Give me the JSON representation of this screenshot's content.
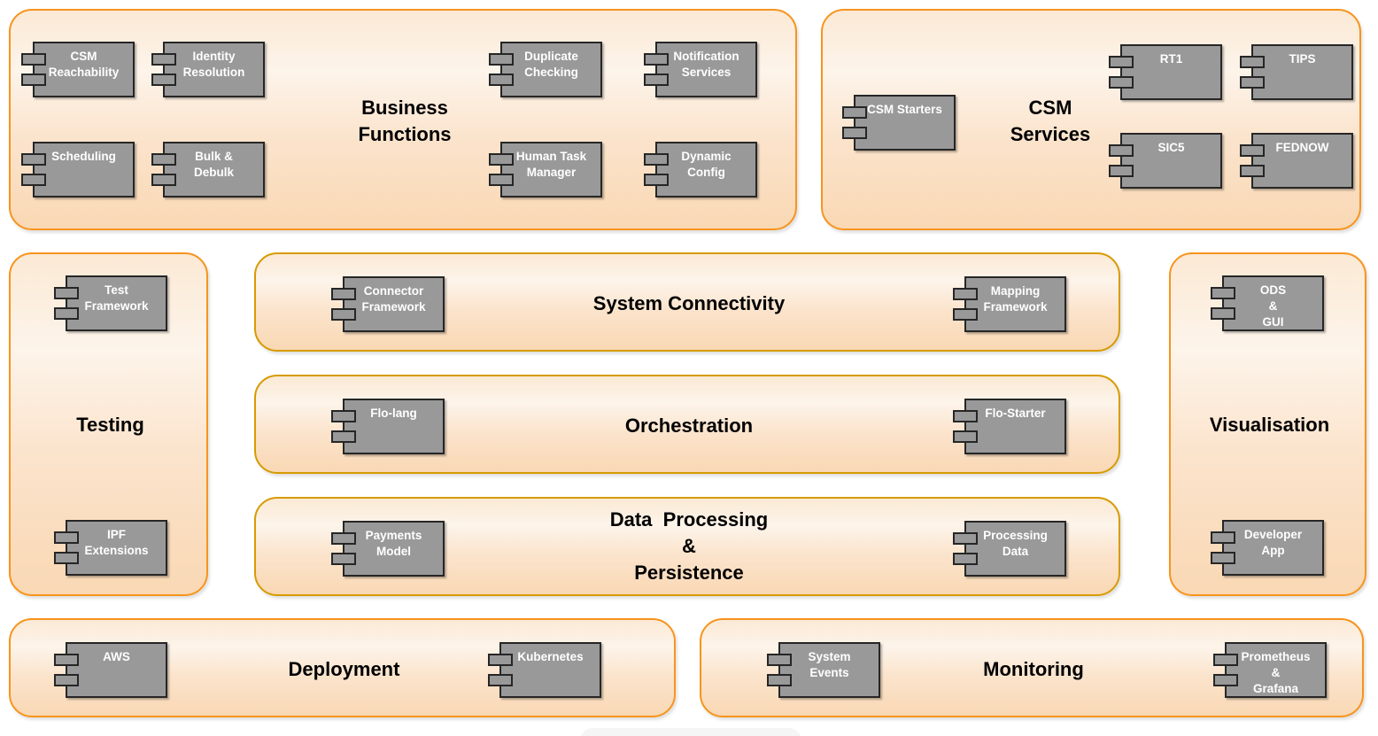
{
  "colors": {
    "group_border_orange": "#F7941D",
    "group_border_gold": "#D79B00",
    "group_fill_light": "#FDF4EA",
    "group_fill_dark": "#F9D8B4",
    "component_fill": "#999999",
    "component_border": "#262626",
    "component_text": "#FFFFFF",
    "title_text": "#000000"
  },
  "groups": [
    {
      "title": "Business\nFunctions",
      "components": [
        {
          "label": "CSM\nReachability"
        },
        {
          "label": "Identity\nResolution"
        },
        {
          "label": "Scheduling"
        },
        {
          "label": "Bulk &\nDebulk"
        },
        {
          "label": "Duplicate\nChecking"
        },
        {
          "label": "Notification\nServices"
        },
        {
          "label": "Human Task\nManager"
        },
        {
          "label": "Dynamic\nConfig"
        }
      ]
    },
    {
      "title": "CSM\nServices",
      "components": [
        {
          "label": "CSM Starters"
        },
        {
          "label": "RT1"
        },
        {
          "label": "TIPS"
        },
        {
          "label": "SIC5"
        },
        {
          "label": "FEDNOW"
        }
      ]
    },
    {
      "title": "Testing",
      "components": [
        {
          "label": "Test\nFramework"
        },
        {
          "label": "IPF\nExtensions"
        }
      ]
    },
    {
      "title": "System Connectivity",
      "components": [
        {
          "label": "Connector\nFramework"
        },
        {
          "label": "Mapping\nFramework"
        }
      ]
    },
    {
      "title": "Orchestration",
      "components": [
        {
          "label": "Flo-lang"
        },
        {
          "label": "Flo-Starter"
        }
      ]
    },
    {
      "title": "Data  Processing\n&\nPersistence",
      "components": [
        {
          "label": "Payments\nModel"
        },
        {
          "label": "Processing\nData"
        }
      ]
    },
    {
      "title": "Visualisation",
      "components": [
        {
          "label": "ODS\n&\nGUI"
        },
        {
          "label": "Developer\nApp"
        }
      ]
    },
    {
      "title": "Deployment",
      "components": [
        {
          "label": "AWS"
        },
        {
          "label": "Kubernetes"
        }
      ]
    },
    {
      "title": "Monitoring",
      "components": [
        {
          "label": "System\nEvents"
        },
        {
          "label": "Prometheus\n&\nGrafana"
        }
      ]
    }
  ]
}
